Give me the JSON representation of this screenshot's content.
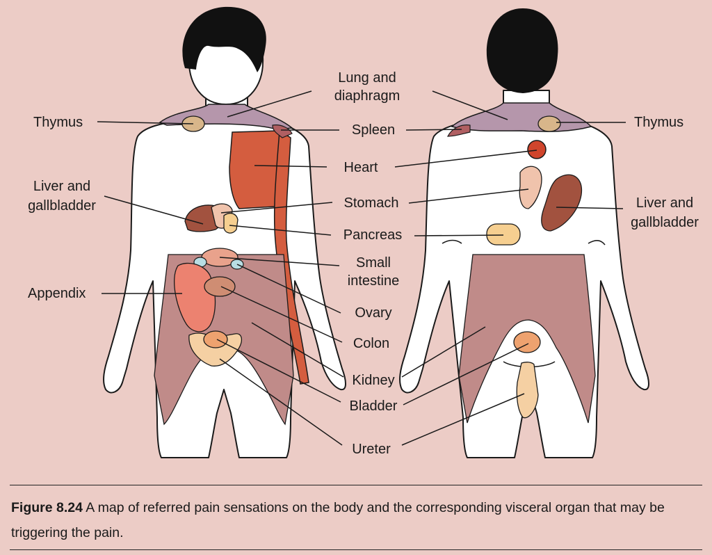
{
  "labels": {
    "lung_diaphragm": [
      "Lung and",
      "diaphragm"
    ],
    "thymus_left": "Thymus",
    "thymus_right": "Thymus",
    "spleen": "Spleen",
    "heart": "Heart",
    "liver_left": [
      "Liver and",
      "gallbladder"
    ],
    "liver_right": [
      "Liver and",
      "gallbladder"
    ],
    "stomach": "Stomach",
    "pancreas": "Pancreas",
    "small_intestine": [
      "Small",
      "intestine"
    ],
    "appendix": "Appendix",
    "ovary": "Ovary",
    "colon": "Colon",
    "kidney": "Kidney",
    "bladder": "Bladder",
    "ureter": "Ureter"
  },
  "caption": {
    "figure_number": "Figure 8.24",
    "text": " A map of referred pain sensations on the body and the corresponding visceral organ that may be triggering the pain."
  },
  "colors": {
    "background": "#ecccc6",
    "neck_lung": "#b596ab",
    "heart_front": "#d45d3f",
    "heart_back": "#d0452c",
    "liver": "#a2523f",
    "stomach": "#f0c3ac",
    "pancreas": "#f6cf90",
    "small_intestine": "#e9a28c",
    "appendix": "#ec8270",
    "ovary": "#b8dde3",
    "colon": "#cf8d73",
    "kidney_region": "#c08b89",
    "bladder": "#eea26f",
    "ureter": "#f5d0a3",
    "thymus": "#d8b68a",
    "spleen": "#b05f62"
  }
}
